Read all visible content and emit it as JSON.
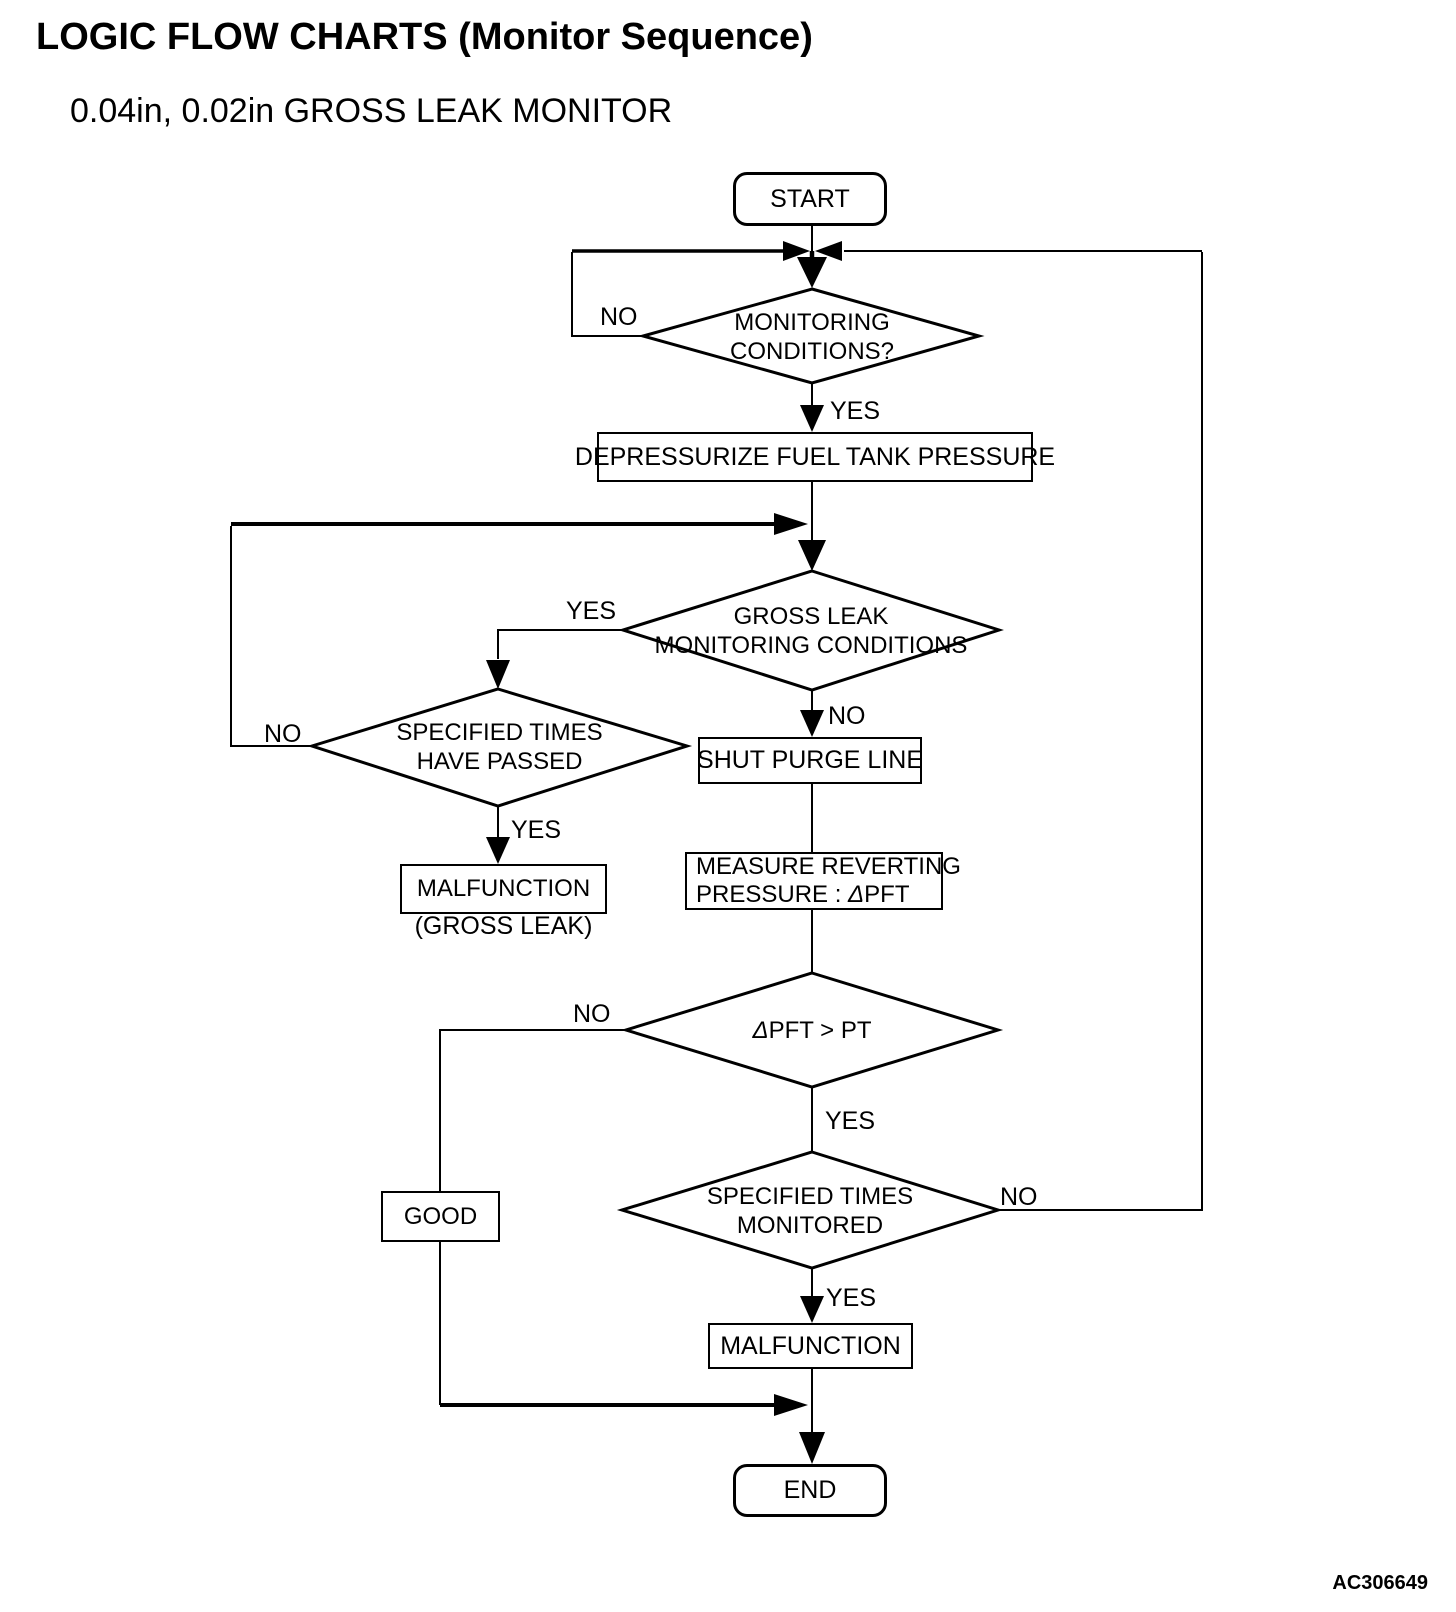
{
  "page": {
    "title": "LOGIC FLOW CHARTS (Monitor Sequence)",
    "subtitle": "0.04in, 0.02in GROSS LEAK MONITOR",
    "figure_code": "AC306649",
    "colors": {
      "ink": "#000000",
      "paper": "#ffffff"
    }
  },
  "nodes": {
    "start": {
      "type": "terminal",
      "label": "START"
    },
    "monitoring_conditions": {
      "type": "decision",
      "line1": "MONITORING",
      "line2": "CONDITIONS?"
    },
    "depressurize": {
      "type": "process",
      "label": "DEPRESSURIZE FUEL TANK PRESSURE"
    },
    "gross_leak_conditions": {
      "type": "decision",
      "line1": "GROSS LEAK",
      "line2": "MONITORING CONDITIONS"
    },
    "specified_times_passed": {
      "type": "decision",
      "line1": "SPECIFIED TIMES",
      "line2": "HAVE PASSED"
    },
    "malfunction_gross_leak": {
      "type": "process",
      "label": "MALFUNCTION",
      "caption": "(GROSS LEAK)"
    },
    "shut_purge_line": {
      "type": "process",
      "label": "SHUT PURGE LINE"
    },
    "measure_reverting_pressure": {
      "type": "process",
      "line1": "MEASURE REVERTING",
      "line2_prefix": "PRESSURE : ",
      "delta": "Δ",
      "line2_suffix": "PFT"
    },
    "dpft_gt_pt": {
      "type": "decision",
      "delta": "Δ",
      "label": "PFT > PT"
    },
    "specified_times_monitored": {
      "type": "decision",
      "line1": "SPECIFIED TIMES",
      "line2": "MONITORED"
    },
    "good": {
      "type": "process",
      "label": "GOOD"
    },
    "malfunction": {
      "type": "process",
      "label": "MALFUNCTION"
    },
    "end": {
      "type": "terminal",
      "label": "END"
    }
  },
  "edge_labels": {
    "no_monitoring": "NO",
    "yes_monitoring": "YES",
    "yes_gross_leak": "YES",
    "no_gross_leak": "NO",
    "no_specified_passed": "NO",
    "yes_specified_passed": "YES",
    "no_dpft": "NO",
    "yes_dpft": "YES",
    "no_specified_monitored": "NO",
    "yes_specified_monitored": "YES"
  }
}
